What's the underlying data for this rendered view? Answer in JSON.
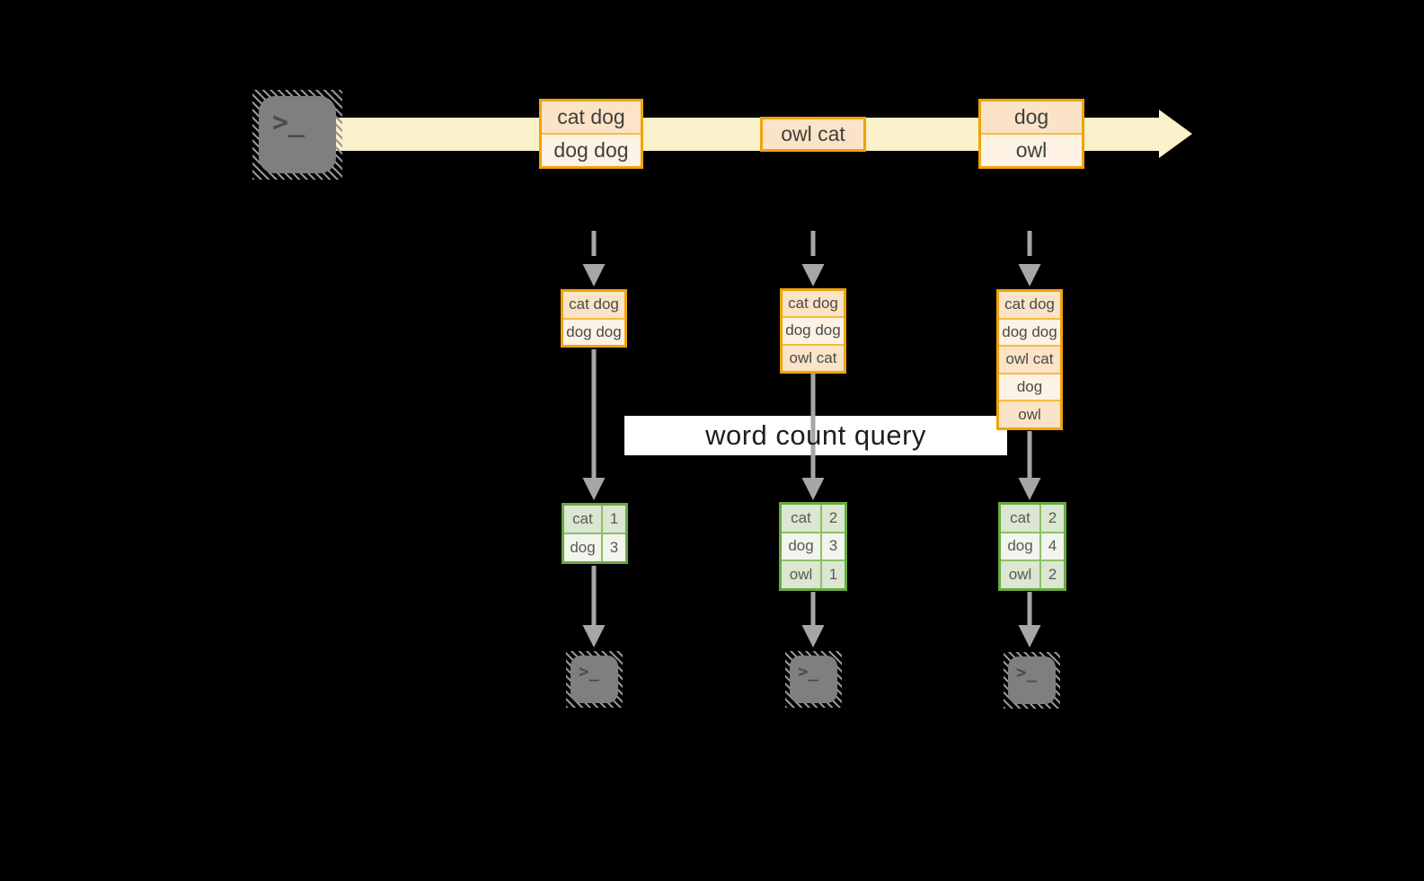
{
  "diagram": {
    "title_label": "word count query",
    "terminal_glyph": ">_",
    "stream_messages": [
      {
        "rows": [
          "cat dog",
          "dog dog"
        ]
      },
      {
        "rows": [
          "owl cat"
        ]
      },
      {
        "rows": [
          "dog",
          "owl"
        ]
      }
    ],
    "pipelines": [
      {
        "buffer": [
          "cat dog",
          "dog dog"
        ],
        "counts": [
          {
            "word": "cat",
            "count": "1"
          },
          {
            "word": "dog",
            "count": "3"
          }
        ]
      },
      {
        "buffer": [
          "cat dog",
          "dog dog",
          "owl cat"
        ],
        "counts": [
          {
            "word": "cat",
            "count": "2"
          },
          {
            "word": "dog",
            "count": "3"
          },
          {
            "word": "owl",
            "count": "1"
          }
        ]
      },
      {
        "buffer": [
          "cat dog",
          "dog dog",
          "owl cat",
          "dog",
          "owl"
        ],
        "counts": [
          {
            "word": "cat",
            "count": "2"
          },
          {
            "word": "dog",
            "count": "4"
          },
          {
            "word": "owl",
            "count": "2"
          }
        ]
      }
    ],
    "colors": {
      "stream_band": "#FAF0C9",
      "box_border": "#F0A30A",
      "box_row_dark": "#FAE3C6",
      "box_row_light": "#FDF2E3",
      "table_border": "#69A943",
      "table_cell_tint": "#DBE7D0",
      "table_cell_light": "#F1F5EB",
      "arrow_gray": "#A6A6A6",
      "terminal_gray": "#7F7F7F",
      "query_box_bg": "#FFFFFF"
    }
  }
}
